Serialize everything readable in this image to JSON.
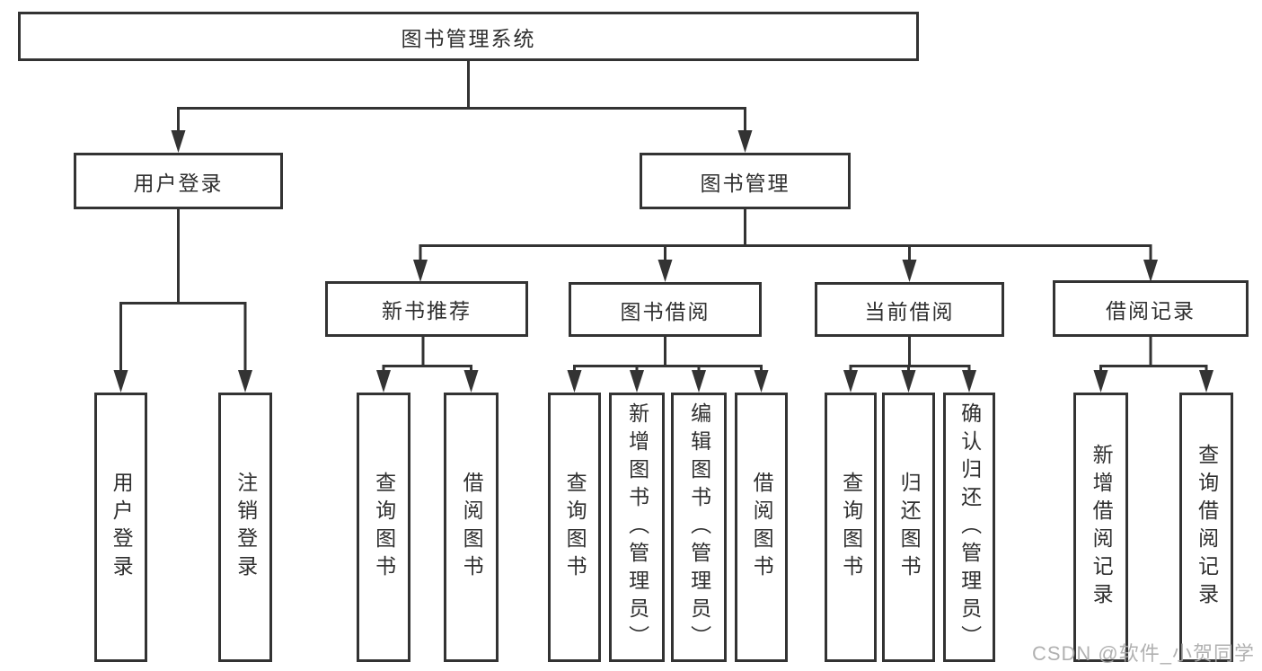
{
  "tree": {
    "label": "图书管理系统",
    "children": [
      {
        "label": "用户登录",
        "children": [
          {
            "label": "用户登录"
          },
          {
            "label": "注销登录"
          }
        ]
      },
      {
        "label": "图书管理",
        "children": [
          {
            "label": "新书推荐",
            "children": [
              {
                "label": "查询图书"
              },
              {
                "label": "借阅图书"
              }
            ]
          },
          {
            "label": "图书借阅",
            "children": [
              {
                "label": "查询图书"
              },
              {
                "label": "新增图书（管理员）"
              },
              {
                "label": "编辑图书（管理员）"
              },
              {
                "label": "借阅图书"
              }
            ]
          },
          {
            "label": "当前借阅",
            "children": [
              {
                "label": "查询图书"
              },
              {
                "label": "归还图书"
              },
              {
                "label": "确认归还（管理员）"
              }
            ]
          },
          {
            "label": "借阅记录",
            "children": [
              {
                "label": "新增借阅记录"
              },
              {
                "label": "查询借阅记录"
              }
            ]
          }
        ]
      }
    ]
  },
  "watermark": {
    "text": "CSDN @软件_小贺同学"
  },
  "colors": {
    "line": "#333333",
    "background": "#ffffff",
    "watermark": "#a9a9a9"
  }
}
